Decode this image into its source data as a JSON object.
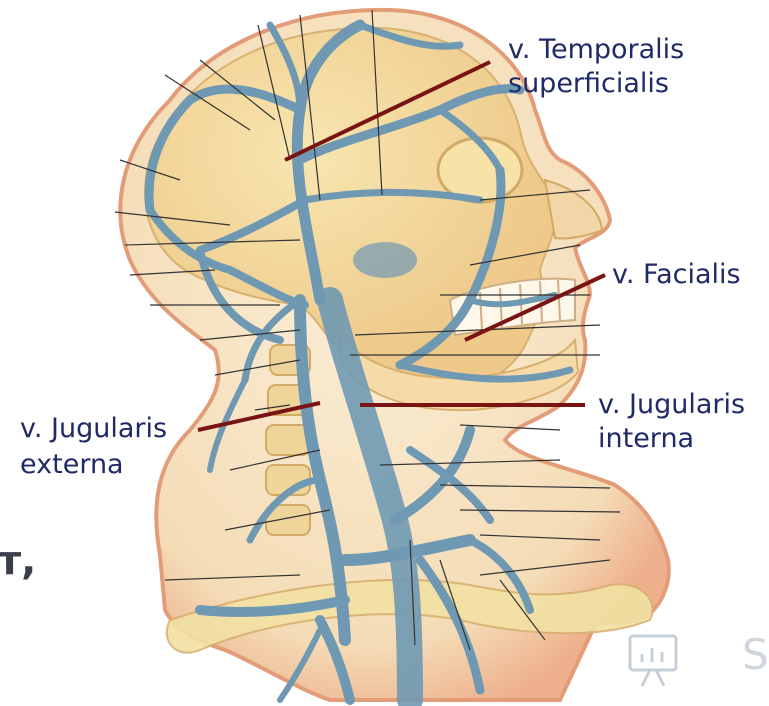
{
  "labels": {
    "temporalis_line1": "v. Temporalis",
    "temporalis_line2": "superficialis",
    "facialis": "v. Facialis",
    "jug_ext_line1": "v. Jugularis",
    "jug_ext_line2": "externa",
    "jug_int_line1": "v. Jugularis",
    "jug_int_line2": "interna"
  },
  "fragment_text": "т,",
  "watermark_letter": "S",
  "colors": {
    "label_text": "#1f2a66",
    "pointer_line": "#7a1414",
    "skin": "#f6e3c2",
    "skin_edge": "#e7a07a",
    "vein": "#6f99b3",
    "bone": "#f3d79a"
  },
  "icons": {
    "watermark": "presentation-chart-icon"
  }
}
